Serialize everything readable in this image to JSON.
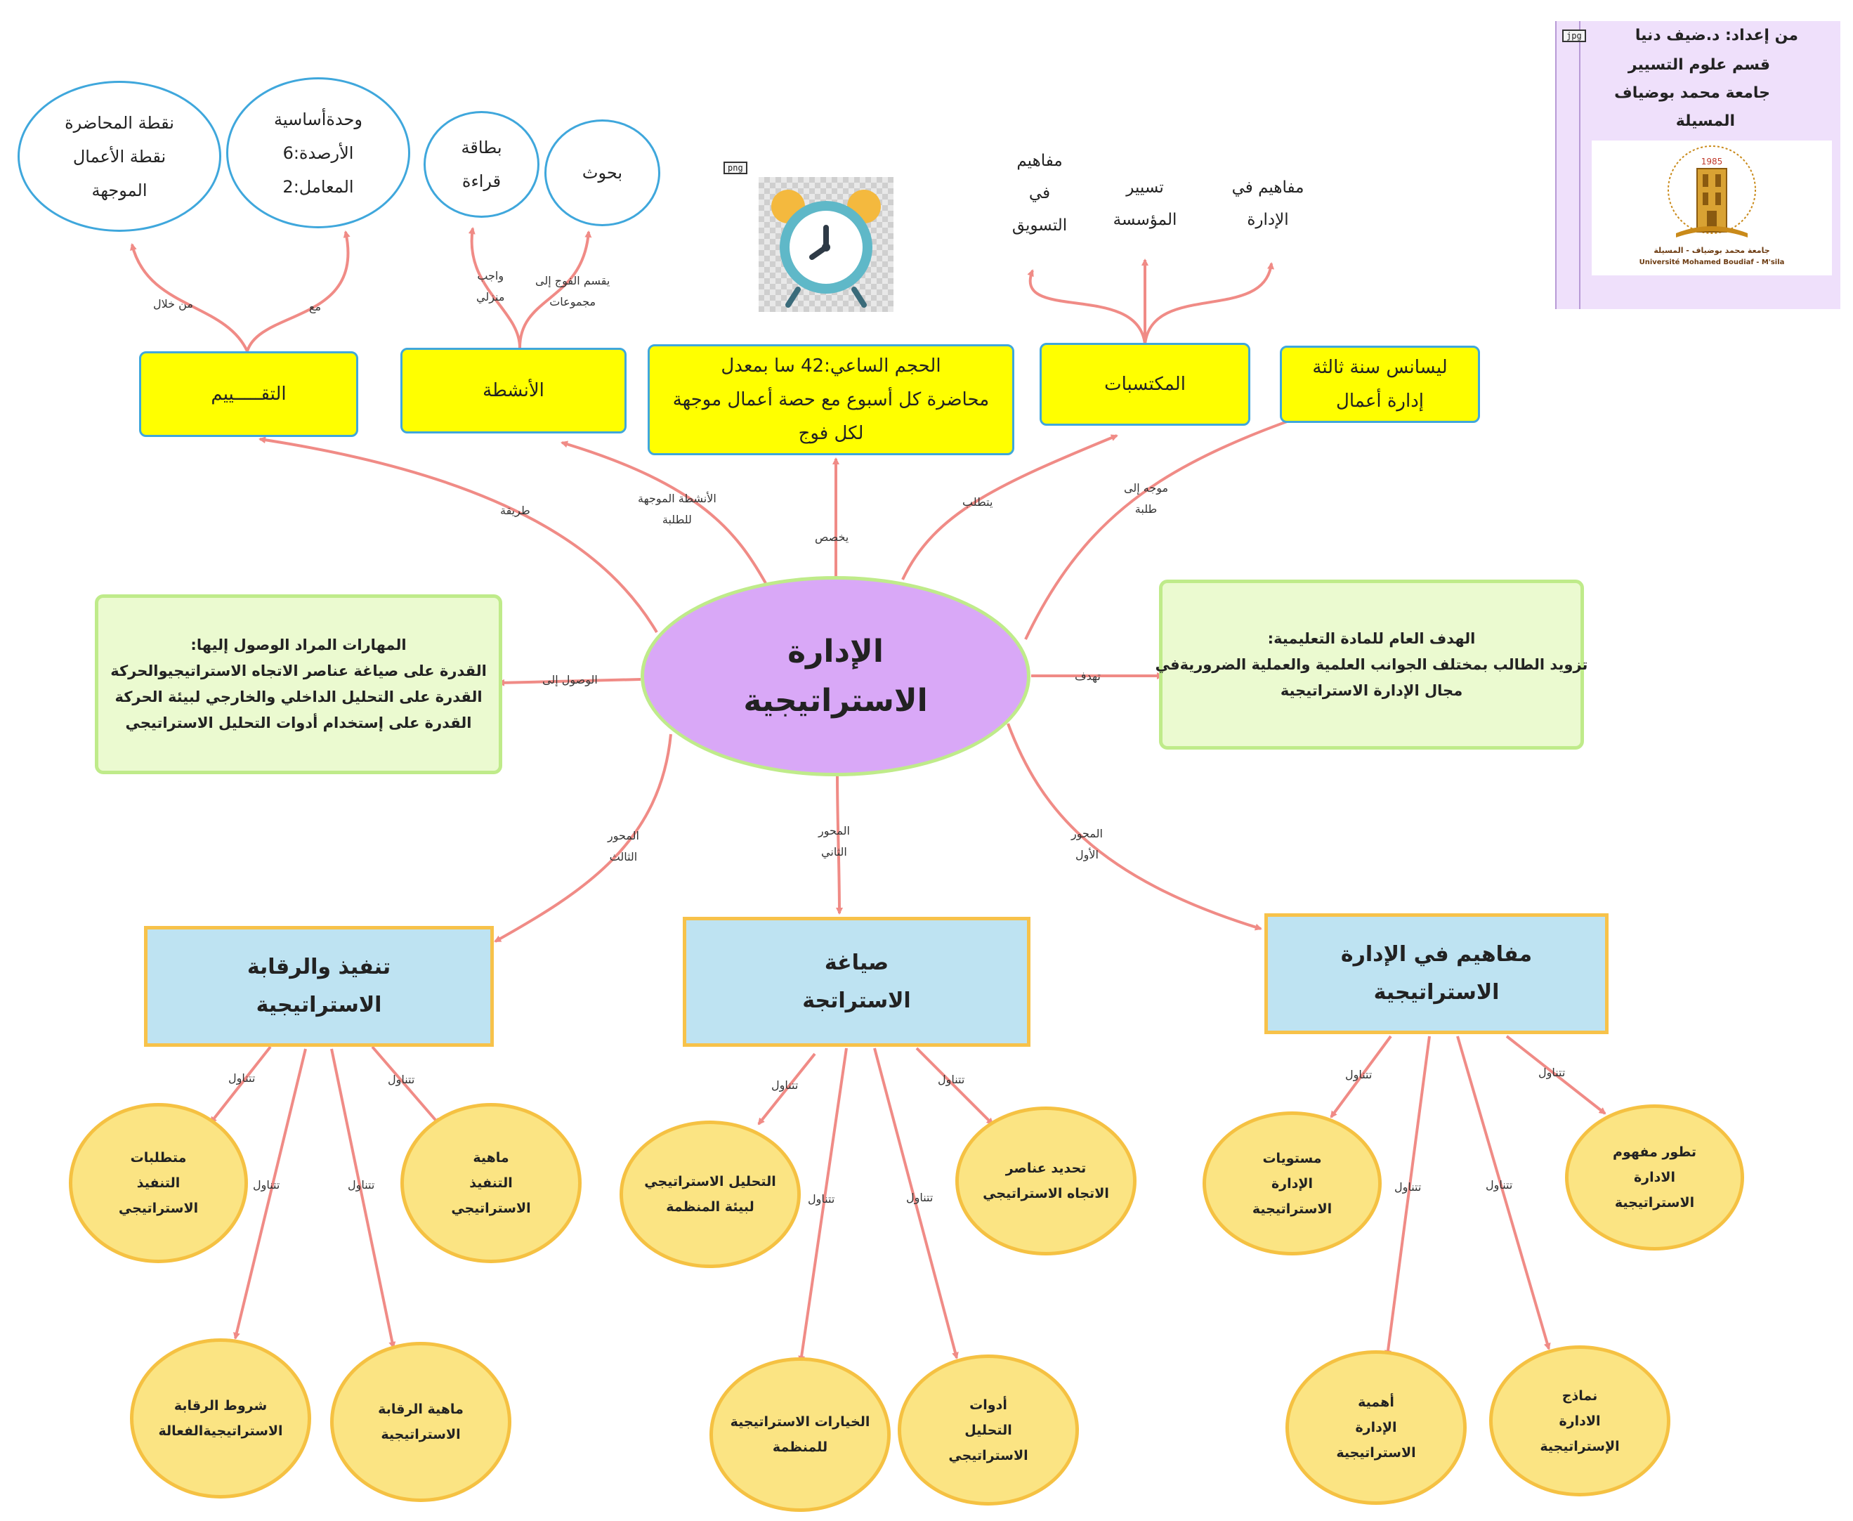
{
  "center": {
    "line1": "الإدارة",
    "line2": "الاستراتيجية"
  },
  "top_boxes": {
    "evaluation": "التقـــــييم",
    "activities": "الأنشطة",
    "volume": {
      "line1": "الحجم الساعي:42 سا بمعدل",
      "line2": "محاضرة كل أسبوع مع حصة  أعمال موجهة",
      "line3": "لكل فوج"
    },
    "acquirements": "المكتسبات",
    "level": {
      "line1": "ليسانس سنة ثالثة",
      "line2": "إدارة أعمال"
    }
  },
  "evaluation_children": {
    "left": {
      "line1": "نقطة  المحاضرة",
      "line2": "نقطة الأعمال",
      "line3": "الموجهة"
    },
    "right": {
      "line1": "وحدةأساسية",
      "line2": "الأرصدة:6",
      "line3": "المعامل:2"
    }
  },
  "activities_children": {
    "reading": {
      "line1": "بطاقة",
      "line2": "قراءة"
    },
    "research": "بحوث"
  },
  "acquirements_children": {
    "marketing": {
      "line1": "مفاهيم",
      "line2": "في",
      "line3": "التسويق"
    },
    "enterprise": {
      "line1": "تسيير",
      "line2": "المؤسسة"
    },
    "management": {
      "line1": "مفاهيم في",
      "line2": "الإدارة"
    }
  },
  "goal_box": {
    "line1": "الهدف العام للمادة التعليمية:",
    "line2": "تزويد الطالب بمختلف الجوانب العلمية والعملية الضروريةفي",
    "line3": "مجال الإدارة الاستراتيجية"
  },
  "skills_box": {
    "line1": "المهارات  المراد الوصول إليها:",
    "line2": "القدرة على صياغة عناصر الاتجاه الاستراتيجيوالحركة",
    "line3": "القدرة على التحليل الداخلي والخارجي لبيئة الحركة",
    "line4": "القدرة على إستخدام أدوات التحليل الاستراتيجي"
  },
  "axes": {
    "third": {
      "line1": "تنفيذ والرقابة",
      "line2": "الاستراتيجية"
    },
    "second": {
      "line1": "صياغة",
      "line2": "الاستراتجة"
    },
    "first": {
      "line1": "مفاهيم في الإدارة",
      "line2": "الاستراتيجية"
    }
  },
  "topics": {
    "t_req": {
      "line1": "متطلبات",
      "line2": "التنفيذ",
      "line3": "الاستراتيجي"
    },
    "t_impl": {
      "line1": "ماهية",
      "line2": "التنفيذ",
      "line3": "الاستراتيجي"
    },
    "t_ctrl_cond": {
      "line1": "شروط الرقابة",
      "line2": "الاستراتيجيةالفعالة"
    },
    "t_ctrl": {
      "line1": "ماهية الرقابة",
      "line2": "الاستراتيجية"
    },
    "t_env": {
      "line1": "التحليل الاستراتيجي",
      "line2": "لبيئة المنظمة"
    },
    "t_dir": {
      "line1": "تحديد عناصر",
      "line2": "الاتجاه الاستراتيجي"
    },
    "t_options": {
      "line1": "الخيارات الاستراتيجية",
      "line2": "للمنظمة"
    },
    "t_tools": {
      "line1": "أدوات",
      "line2": "التحليل",
      "line3": "الاستراتيجي"
    },
    "t_levels": {
      "line1": "مستويات",
      "line2": "الإدارة",
      "line3": "الاستراتيجية"
    },
    "t_evol": {
      "line1": "تطور مفهوم",
      "line2": "الادارة",
      "line3": "الاستراتيجية"
    },
    "t_import": {
      "line1": "أهمية",
      "line2": "الإدارة",
      "line3": "الاستراتيجية"
    },
    "t_models": {
      "line1": "نماذج",
      "line2": "الادارة",
      "line3": "الإستراتيجية"
    }
  },
  "edge_labels": {
    "method": "طريقة",
    "activities": {
      "line1": "الأنشطة الموجهة",
      "line2": "للطلبة"
    },
    "allocated": "يخصص",
    "requires": "يتطلب",
    "directed": {
      "line1": "موجه  إلى",
      "line2": "طلبة"
    },
    "aims": "تهدف",
    "reach": "الوصول إلى",
    "axis3": {
      "line1": "المحور",
      "line2": "الثالث"
    },
    "axis2": {
      "line1": "المحور",
      "line2": "الثاني"
    },
    "axis1": {
      "line1": "المحور",
      "line2": "الأول"
    },
    "through": "من  خلال",
    "with": "مع",
    "homework": {
      "line1": "واجب",
      "line2": "منزلي"
    },
    "divide": {
      "line1": "يقسم الفوج إلى",
      "line2": "مجموعات"
    },
    "covers": "تتناول"
  },
  "info_card": {
    "line1": "من إعداد: د.ضيف دنيا",
    "line2": "قسم علوم التسيير",
    "line3": "جامعة محمد بوضياف",
    "line4": "المسيلة",
    "badge": "jpg",
    "logo_year": "1985",
    "logo_ar": "جامعة محمد بوضياف - المسيلة",
    "logo_fr": "Université Mohamed Boudiaf - M'sila"
  },
  "clock_badge": "png",
  "colors": {
    "edge": "#f08b86",
    "center_fill": "#d9a8f7",
    "box_yellow": "#ffff00",
    "axis_fill": "#bee3f2",
    "topic_fill": "#fbe483",
    "goal_fill": "#ebfad0",
    "outline_blue": "#3fa7dc"
  }
}
